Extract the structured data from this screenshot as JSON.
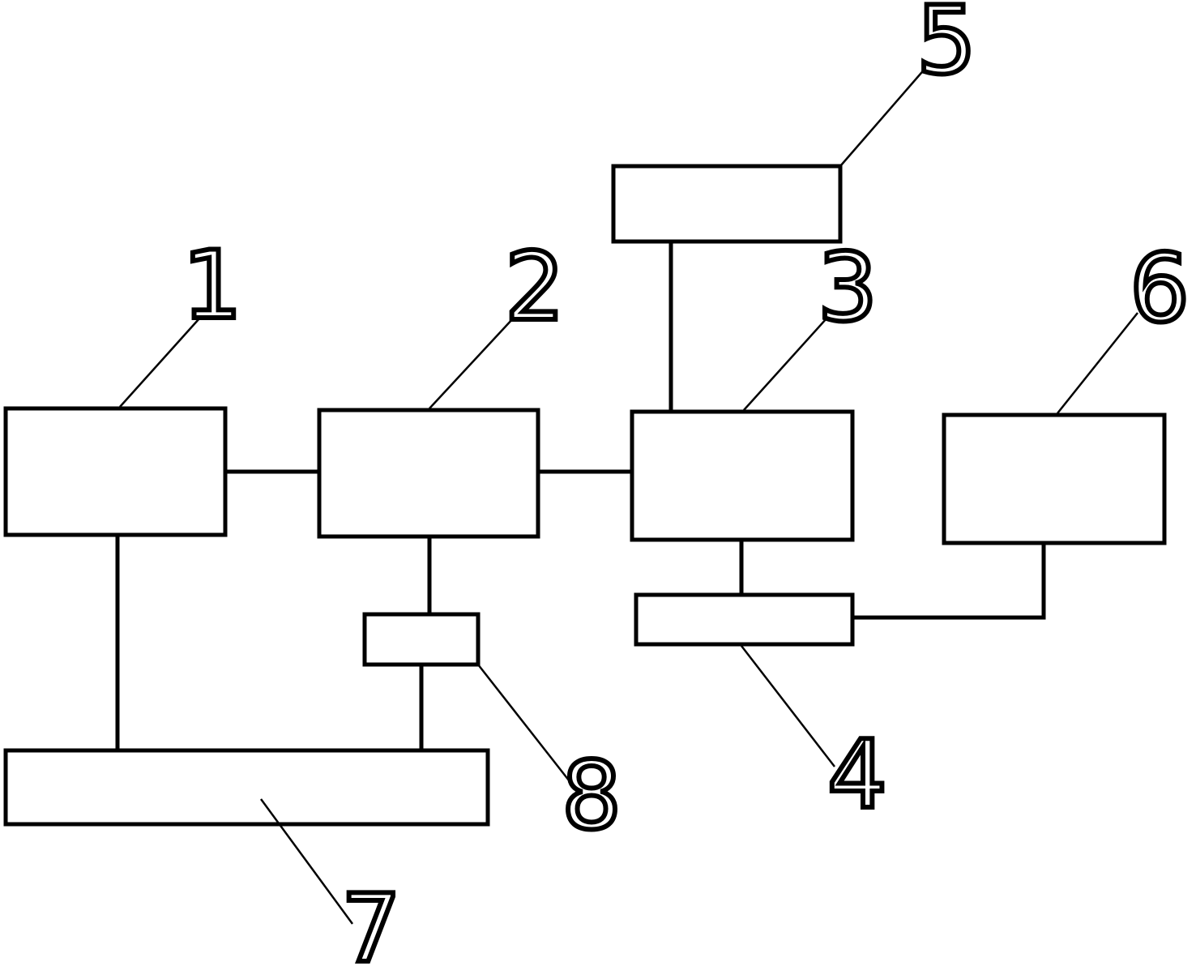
{
  "diagram": {
    "labels": [
      "1",
      "2",
      "3",
      "4",
      "5",
      "6",
      "7",
      "8"
    ],
    "colors": {
      "line": "#000000",
      "background": "#ffffff"
    }
  }
}
